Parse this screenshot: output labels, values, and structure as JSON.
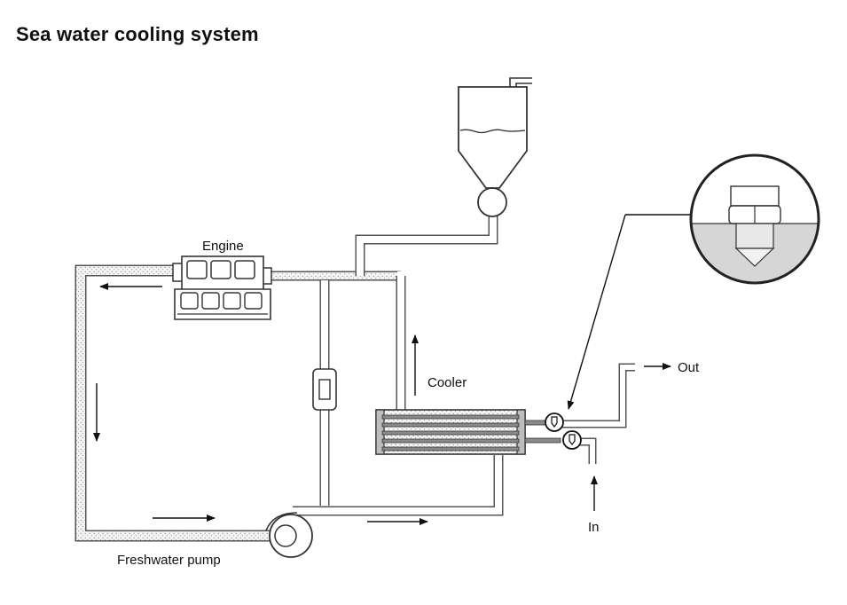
{
  "title": "Sea water cooling system",
  "labels": {
    "engine": "Engine",
    "cooler": "Cooler",
    "out": "Out",
    "in": "In",
    "freshwater_pump": "Freshwater pump"
  }
}
